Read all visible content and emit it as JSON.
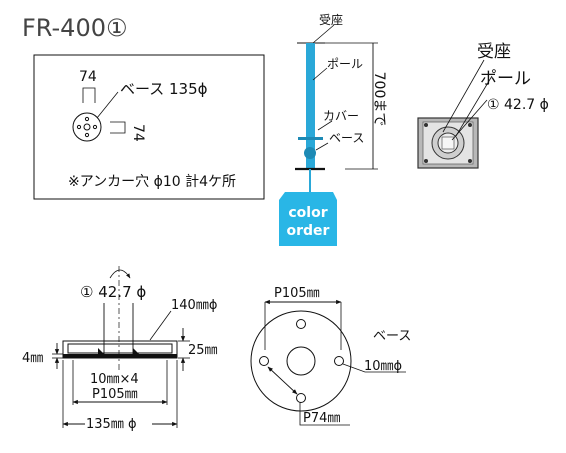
{
  "title": "FR-400①",
  "anchor_box": {
    "dim_top": "74",
    "dim_right": "74",
    "base_label": "ベース 135ϕ",
    "note": "※アンカー穴 ϕ10 計4ケ所"
  },
  "pole_diagram": {
    "label_receiver": "受座",
    "label_pole": "ポール",
    "label_cover": "カバー",
    "label_base": "ベース",
    "height_label": "700まで",
    "badge_line1": "color",
    "badge_line2": "order",
    "pole_color": "#2aa8d8",
    "badge_color": "#29b6e6"
  },
  "top_view": {
    "label_receiver": "受座",
    "label_pole": "ポール",
    "label_diameter": "① 42.7 ϕ"
  },
  "side_section": {
    "label_diameter": "① 42.7 ϕ",
    "label_outer": "140㎜ϕ",
    "label_height_right": "25㎜",
    "label_height_left": "4㎜",
    "label_holes": "10㎜×4",
    "label_pitch": "P105㎜",
    "label_width": "135㎜ ϕ"
  },
  "base_plan": {
    "label_pitch_top": "P105㎜",
    "label_name": "ベース",
    "label_hole": "10㎜ϕ",
    "label_pitch_diag": "P74㎜"
  }
}
